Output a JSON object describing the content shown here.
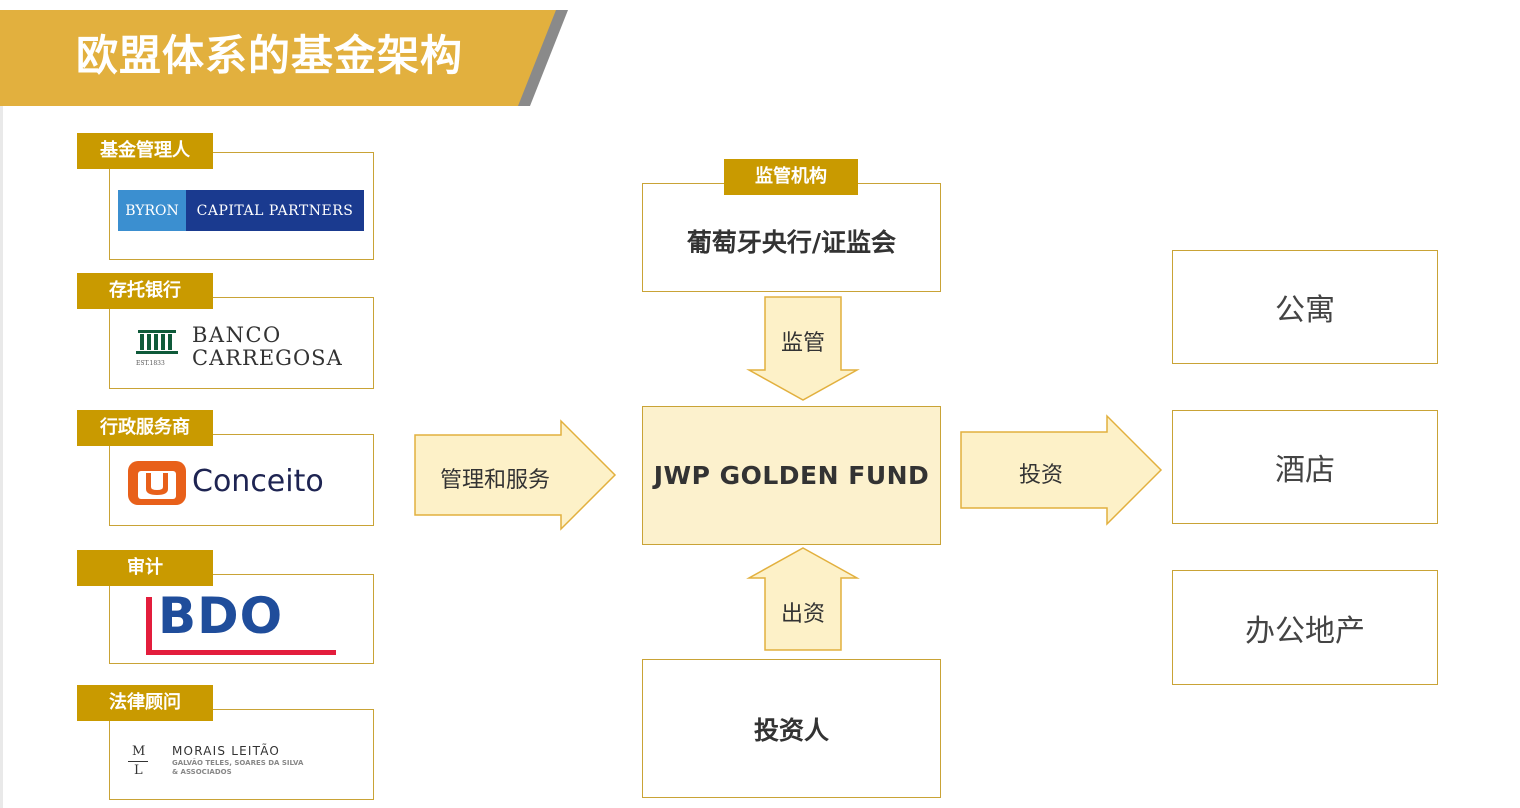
{
  "title": "欧盟体系的基金架构",
  "colors": {
    "gold_banner": "#e2b03e",
    "gold_tag": "#c99a00",
    "border_gold": "#c9a336",
    "fund_fill": "#fcf1cd",
    "arrow_fill": "#fdf1c8",
    "byron_blue": "#1a3a8f",
    "conceito_orange": "#e8601a",
    "bdo_red": "#e31d3c",
    "bdo_blue": "#1f4d9b"
  },
  "service_providers": [
    {
      "role": "基金管理人",
      "logo": {
        "part1": "BYRON",
        "part2": "CAPITAL PARTNERS"
      }
    },
    {
      "role": "存托银行",
      "logo": {
        "line1": "BANCO",
        "line2": "CARREGOSA",
        "est": "EST.1833"
      }
    },
    {
      "role": "行政服务商",
      "logo": {
        "name": "Conceito"
      }
    },
    {
      "role": "审计",
      "logo": {
        "name": "BDO"
      }
    },
    {
      "role": "法律顾问",
      "logo": {
        "mono_top": "M",
        "mono_bottom": "L",
        "name": "MORAIS LEITÃO",
        "sub1": "GALVÃO TELES, SOARES DA SILVA",
        "sub2": "& ASSOCIADOS"
      }
    }
  ],
  "regulator": {
    "tag": "监管机构",
    "name": "葡萄牙央行/证监会"
  },
  "fund": {
    "name": "JWP GOLDEN FUND"
  },
  "investor": {
    "name": "投资人"
  },
  "arrows": {
    "manage": "管理和服务",
    "supervise": "监管",
    "fund_in": "出资",
    "invest": "投资"
  },
  "targets": [
    "公寓",
    "酒店",
    "办公地产"
  ]
}
